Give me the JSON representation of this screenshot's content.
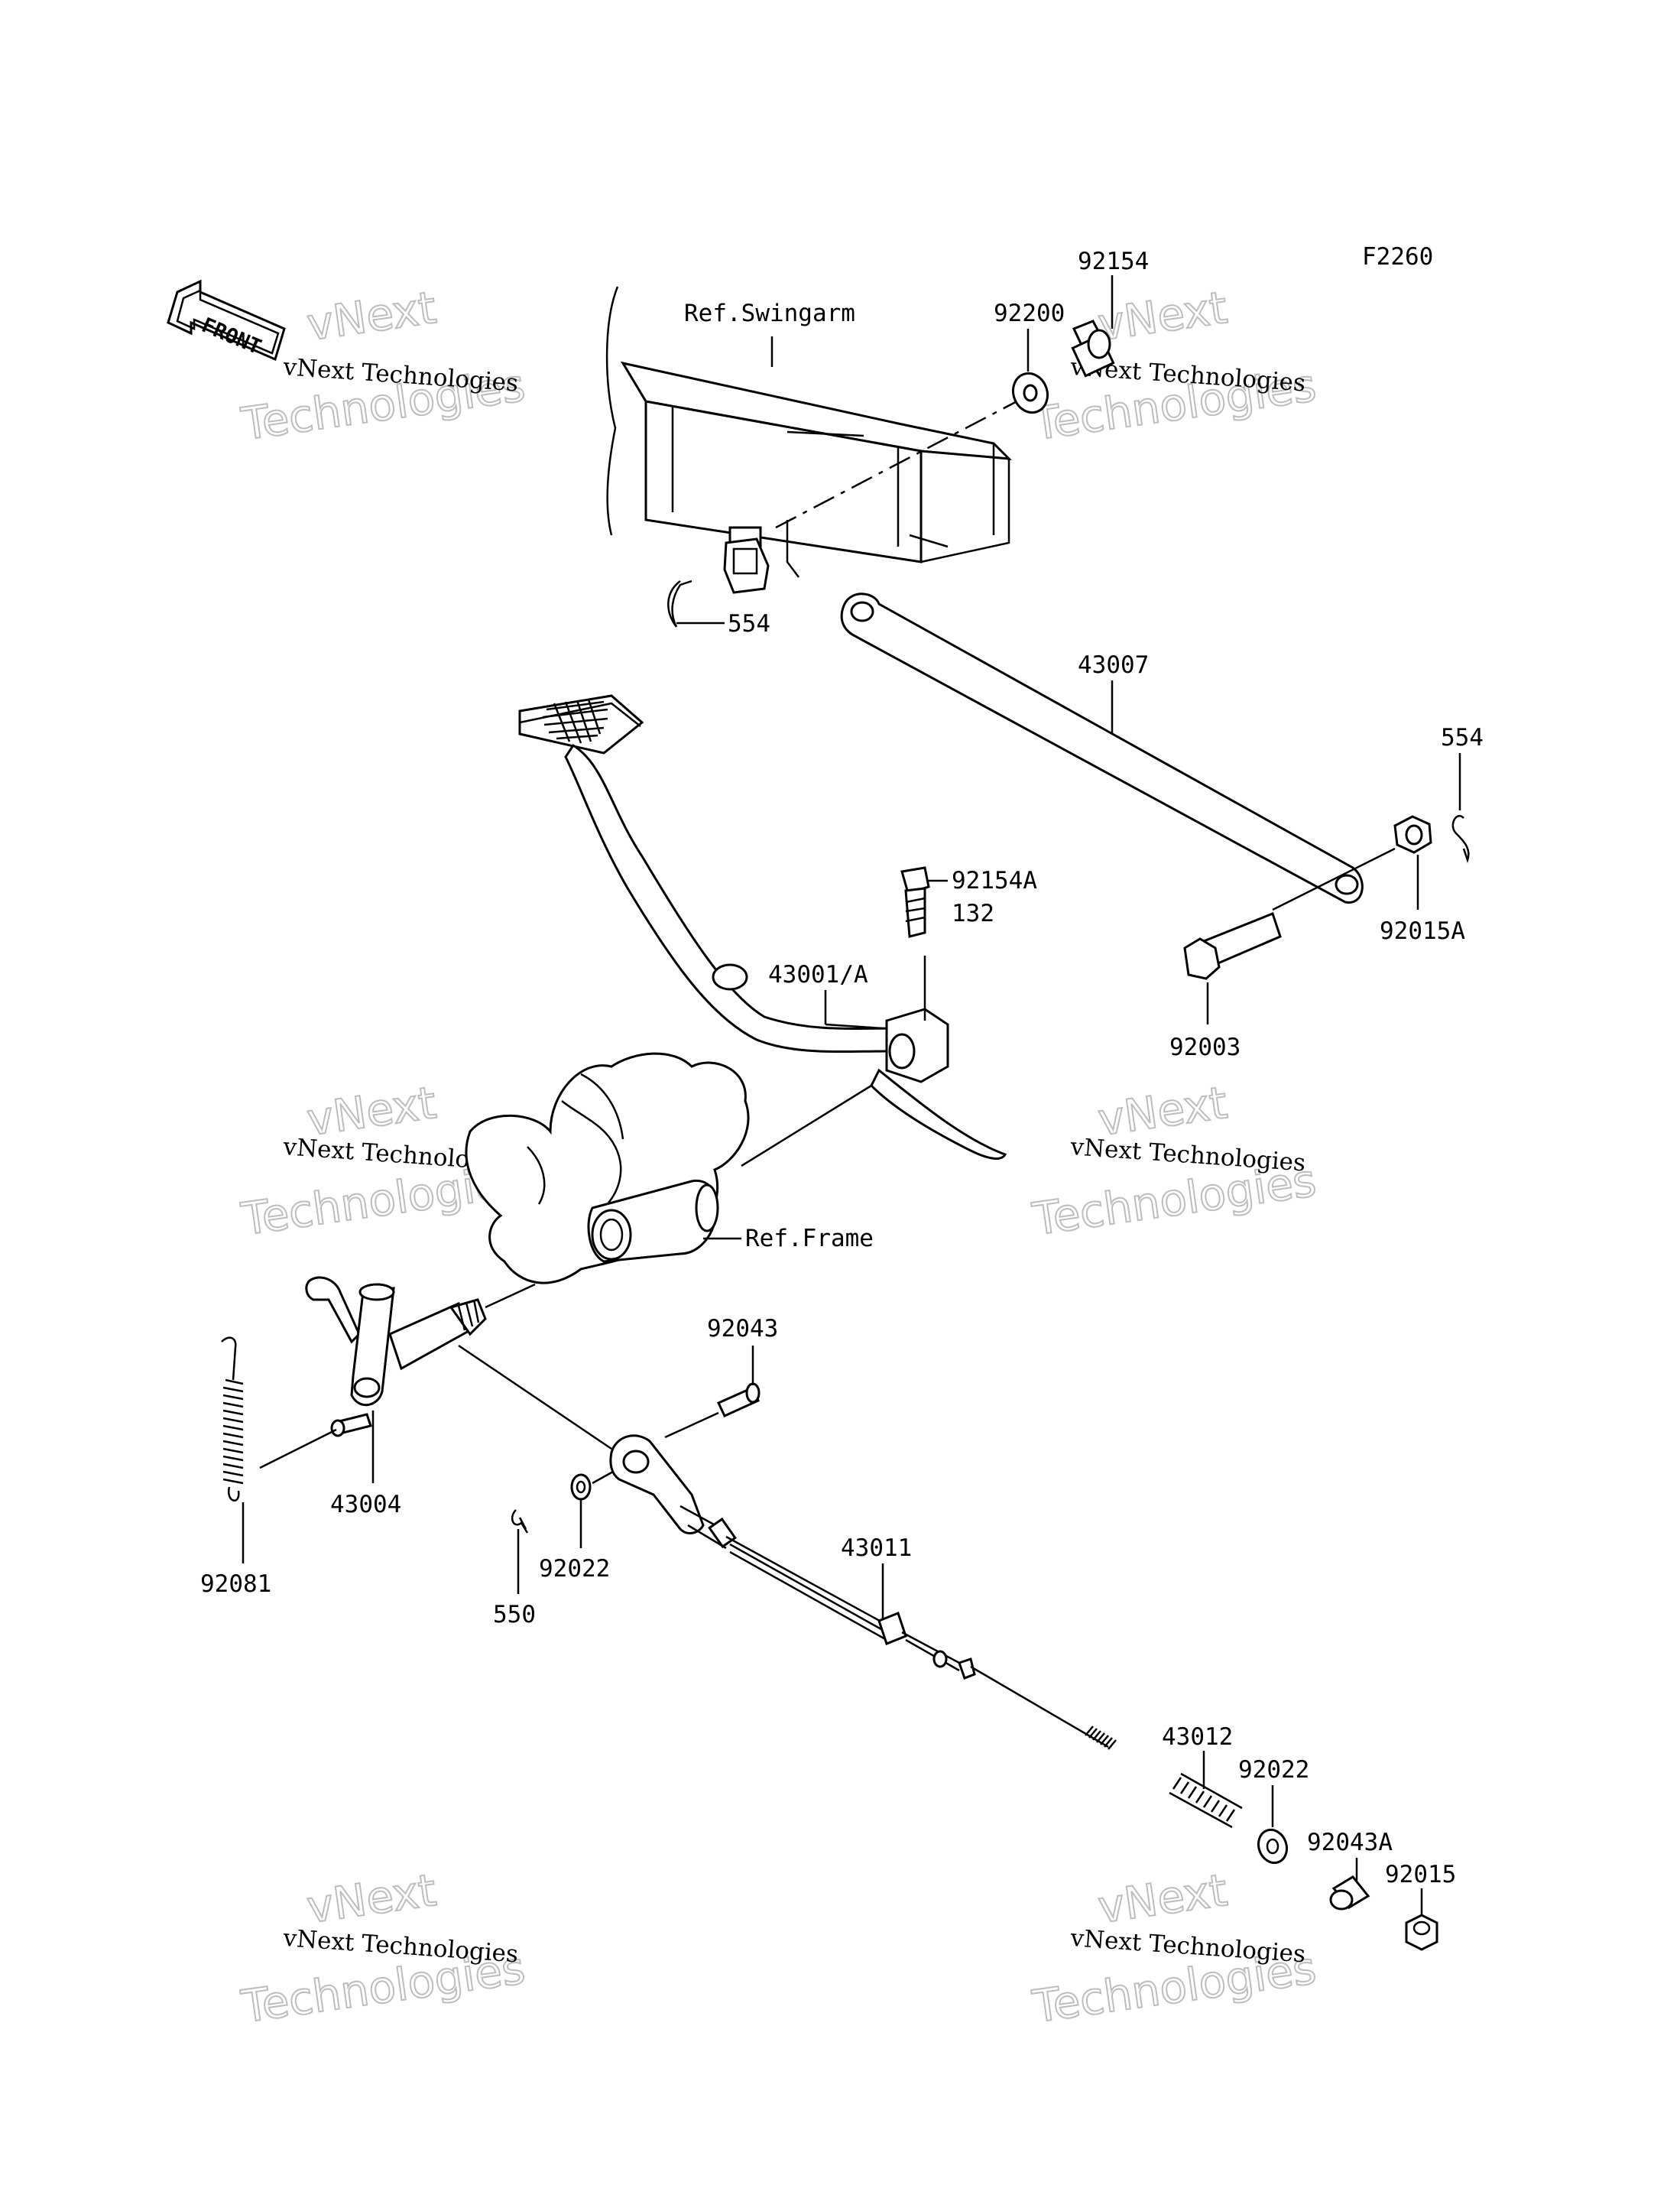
{
  "diagram_id": "F2260",
  "front_label": "FRONT",
  "references": {
    "swingarm": "Ref.Swingarm",
    "frame": "Ref.Frame"
  },
  "watermark": {
    "line1": "vNext Technologies",
    "line2": "vNext",
    "line3": "Technologies"
  },
  "parts": [
    {
      "id": "p92154",
      "label": "92154"
    },
    {
      "id": "p92200",
      "label": "92200"
    },
    {
      "id": "p554a",
      "label": "554"
    },
    {
      "id": "p43007",
      "label": "43007"
    },
    {
      "id": "p554b",
      "label": "554"
    },
    {
      "id": "p92154A",
      "label": "92154A"
    },
    {
      "id": "p132",
      "label": "132"
    },
    {
      "id": "p92015A",
      "label": "92015A"
    },
    {
      "id": "p43001A",
      "label": "43001/A"
    },
    {
      "id": "p92003",
      "label": "92003"
    },
    {
      "id": "p92043",
      "label": "92043"
    },
    {
      "id": "p43004",
      "label": "43004"
    },
    {
      "id": "p92081",
      "label": "92081"
    },
    {
      "id": "p92022a",
      "label": "92022"
    },
    {
      "id": "p550",
      "label": "550"
    },
    {
      "id": "p43011",
      "label": "43011"
    },
    {
      "id": "p43012",
      "label": "43012"
    },
    {
      "id": "p92022b",
      "label": "92022"
    },
    {
      "id": "p92043A",
      "label": "92043A"
    },
    {
      "id": "p92015",
      "label": "92015"
    }
  ]
}
